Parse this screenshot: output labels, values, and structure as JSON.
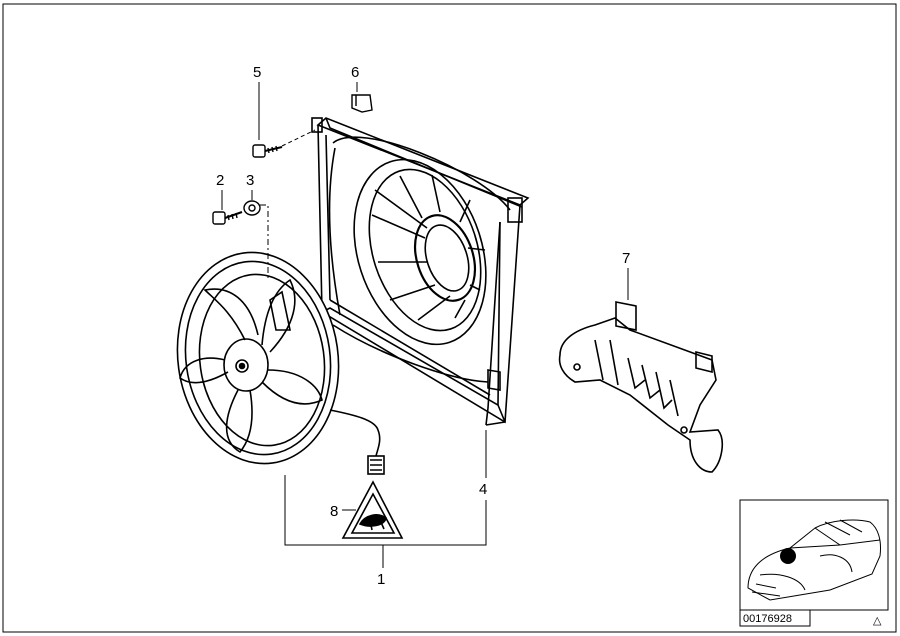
{
  "diagram": {
    "callouts": [
      {
        "id": "1",
        "label": "1"
      },
      {
        "id": "2",
        "label": "2"
      },
      {
        "id": "3",
        "label": "3"
      },
      {
        "id": "4",
        "label": "4"
      },
      {
        "id": "5",
        "label": "5"
      },
      {
        "id": "6",
        "label": "6"
      },
      {
        "id": "7",
        "label": "7"
      },
      {
        "id": "8",
        "label": "8"
      }
    ],
    "image_code": "00176928",
    "corner_mark": "△"
  }
}
